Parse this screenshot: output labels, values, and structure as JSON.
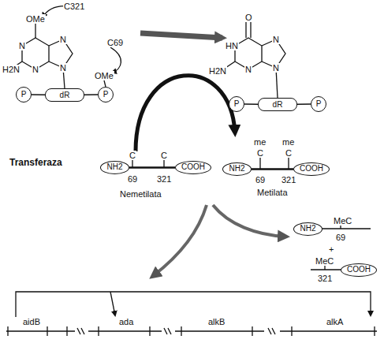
{
  "diagram": {
    "nodes": [
      {
        "text": [
          "P"
        ]
      },
      {
        "text": [
          "dR"
        ]
      },
      {
        "text": [
          "P"
        ]
      },
      {
        "text": [
          "P"
        ]
      },
      {
        "text": [
          "dR"
        ]
      },
      {
        "text": [
          "P"
        ]
      },
      {
        "text": [
          "NH2"
        ]
      },
      {
        "text": [
          "COOH"
        ]
      },
      {
        "text": [
          "NH2"
        ]
      },
      {
        "text": [
          "COOH"
        ]
      },
      {
        "text": [
          "NH2"
        ]
      },
      {
        "text": [
          "COOH"
        ]
      }
    ],
    "edges": [
      {
        "from": 0,
        "to": 1,
        "arrow": "none"
      },
      {
        "from": 1,
        "to": 2,
        "arrow": "none"
      },
      {
        "from": 3,
        "to": 4,
        "arrow": "none"
      },
      {
        "from": 4,
        "to": 5,
        "arrow": "none"
      },
      {
        "from": 6,
        "to": 7,
        "arrow": "none"
      },
      {
        "from": 8,
        "to": 9,
        "arrow": "none"
      }
    ],
    "labels": [
      "OMe",
      "C321",
      "N",
      "H2N",
      "N",
      "N",
      "N",
      "C69",
      "OMe",
      "O",
      "HN",
      "H2N",
      "N",
      "N",
      "N",
      "Transferaza",
      "C",
      "C",
      "69",
      "321",
      "Nemetilata",
      "me",
      "C",
      "me",
      "C",
      "69",
      "321",
      "Metilata",
      "MeC",
      "69",
      "+",
      "MeC",
      "321",
      "aidB",
      "ada",
      "alkB",
      "alkA"
    ]
  }
}
